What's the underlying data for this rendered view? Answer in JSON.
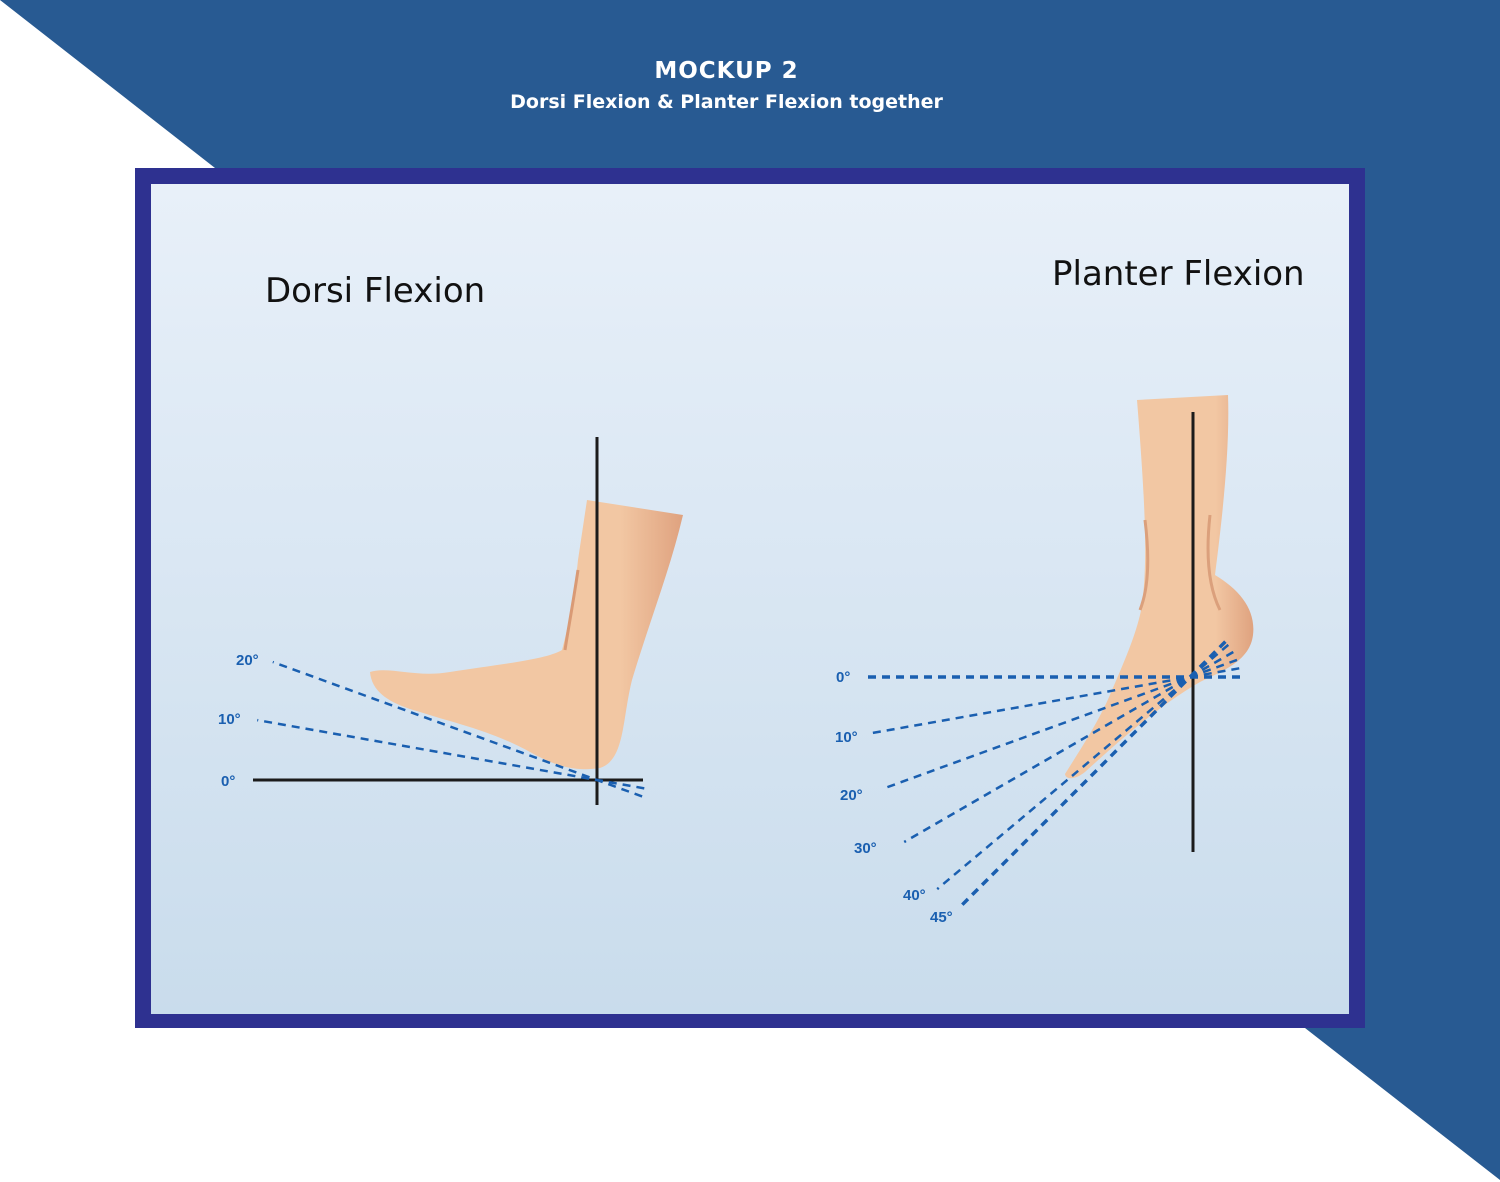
{
  "header": {
    "title": "MOCKUP 2",
    "subtitle": "Dorsi Flexion & Planter Flexion together"
  },
  "diagram": {
    "dorsi": {
      "title": "Dorsi Flexion",
      "angles": [
        {
          "deg": 0,
          "label": "0°"
        },
        {
          "deg": 10,
          "label": "10°"
        },
        {
          "deg": 20,
          "label": "20°"
        }
      ]
    },
    "planter": {
      "title": "Planter Flexion",
      "angles": [
        {
          "deg": 0,
          "label": "0°"
        },
        {
          "deg": 10,
          "label": "10°"
        },
        {
          "deg": 20,
          "label": "20°"
        },
        {
          "deg": 30,
          "label": "30°"
        },
        {
          "deg": 40,
          "label": "40°"
        },
        {
          "deg": 45,
          "label": "45°"
        }
      ]
    }
  },
  "colors": {
    "brand_blue": "#285a92",
    "frame": "#2e3190",
    "dash": "#1a5fb0",
    "skin": "#f2c7a3"
  }
}
